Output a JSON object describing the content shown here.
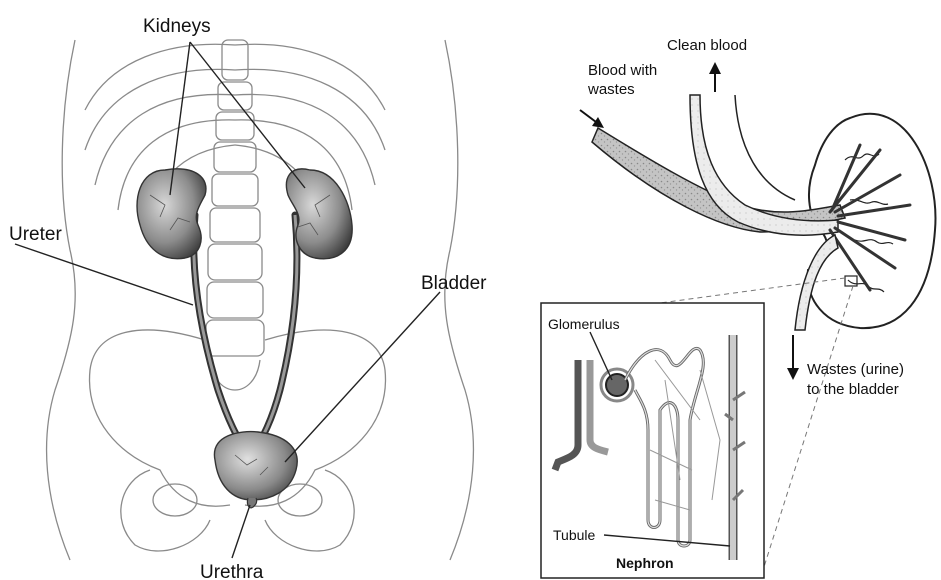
{
  "left_diagram": {
    "labels": {
      "kidneys": "Kidneys",
      "ureter": "Ureter",
      "bladder": "Bladder",
      "urethra": "Urethra"
    }
  },
  "right_diagram": {
    "labels": {
      "clean_blood": "Clean blood",
      "blood_with_wastes_line1": "Blood with",
      "blood_with_wastes_line2": "wastes",
      "wastes_urine_line1": "Wastes (urine)",
      "wastes_urine_line2": "to the bladder"
    },
    "inset": {
      "title": "Nephron",
      "glomerulus": "Glomerulus",
      "tubule": "Tubule"
    }
  },
  "colors": {
    "outline": "#8a8a8a",
    "organ_dark": "#3a3a3a",
    "organ_light": "#d0d0d0",
    "vessel_fill": "#c8c8c8",
    "ink": "#111111"
  },
  "icons": [
    "arrow-up-icon",
    "arrow-down-icon",
    "arrow-right-icon"
  ]
}
